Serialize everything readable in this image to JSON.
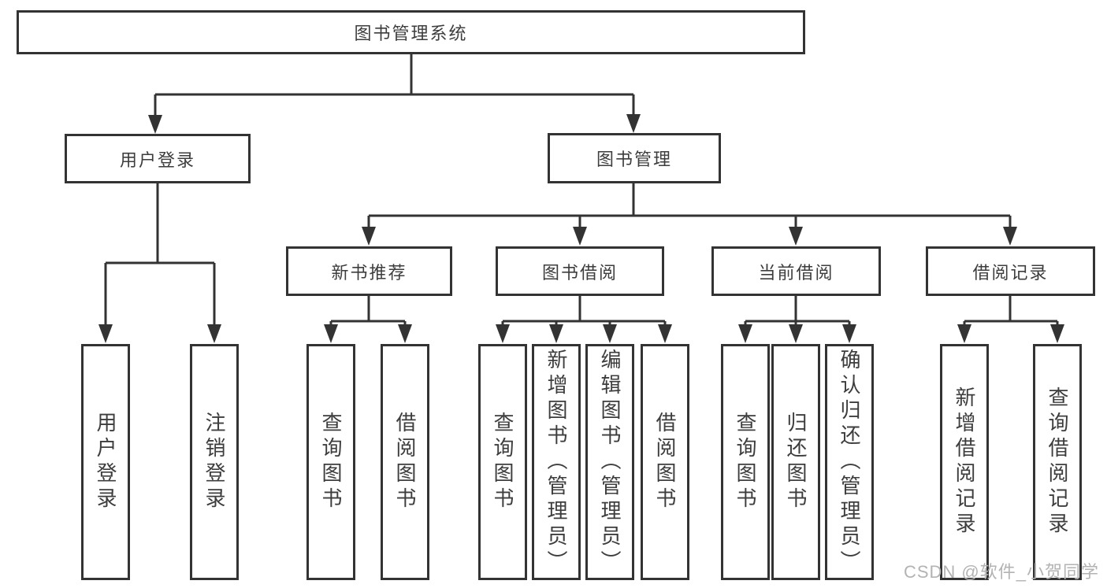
{
  "diagram": {
    "root": {
      "label": "图书管理系统"
    },
    "branches": [
      {
        "label": "用户登录",
        "children": [
          {
            "label": "用户登录"
          },
          {
            "label": "注销登录"
          }
        ]
      },
      {
        "label": "图书管理",
        "children": [
          {
            "label": "新书推荐",
            "children": [
              {
                "label": "查询图书"
              },
              {
                "label": "借阅图书"
              }
            ]
          },
          {
            "label": "图书借阅",
            "children": [
              {
                "label": "查询图书"
              },
              {
                "label": "新增图书（管理员）"
              },
              {
                "label": "编辑图书（管理员）"
              },
              {
                "label": "借阅图书"
              }
            ]
          },
          {
            "label": "当前借阅",
            "children": [
              {
                "label": "查询图书"
              },
              {
                "label": "归还图书"
              },
              {
                "label": "确认归还（管理员）"
              }
            ]
          },
          {
            "label": "借阅记录",
            "children": [
              {
                "label": "新增借阅记录"
              },
              {
                "label": "查询借阅记录"
              }
            ]
          }
        ]
      }
    ]
  },
  "watermark": {
    "text": "CSDN @软件_小贺同学"
  },
  "colors": {
    "line": "#333333",
    "text": "#3d3d3d",
    "watermark": "#b3b3b3",
    "background": "#ffffff"
  }
}
